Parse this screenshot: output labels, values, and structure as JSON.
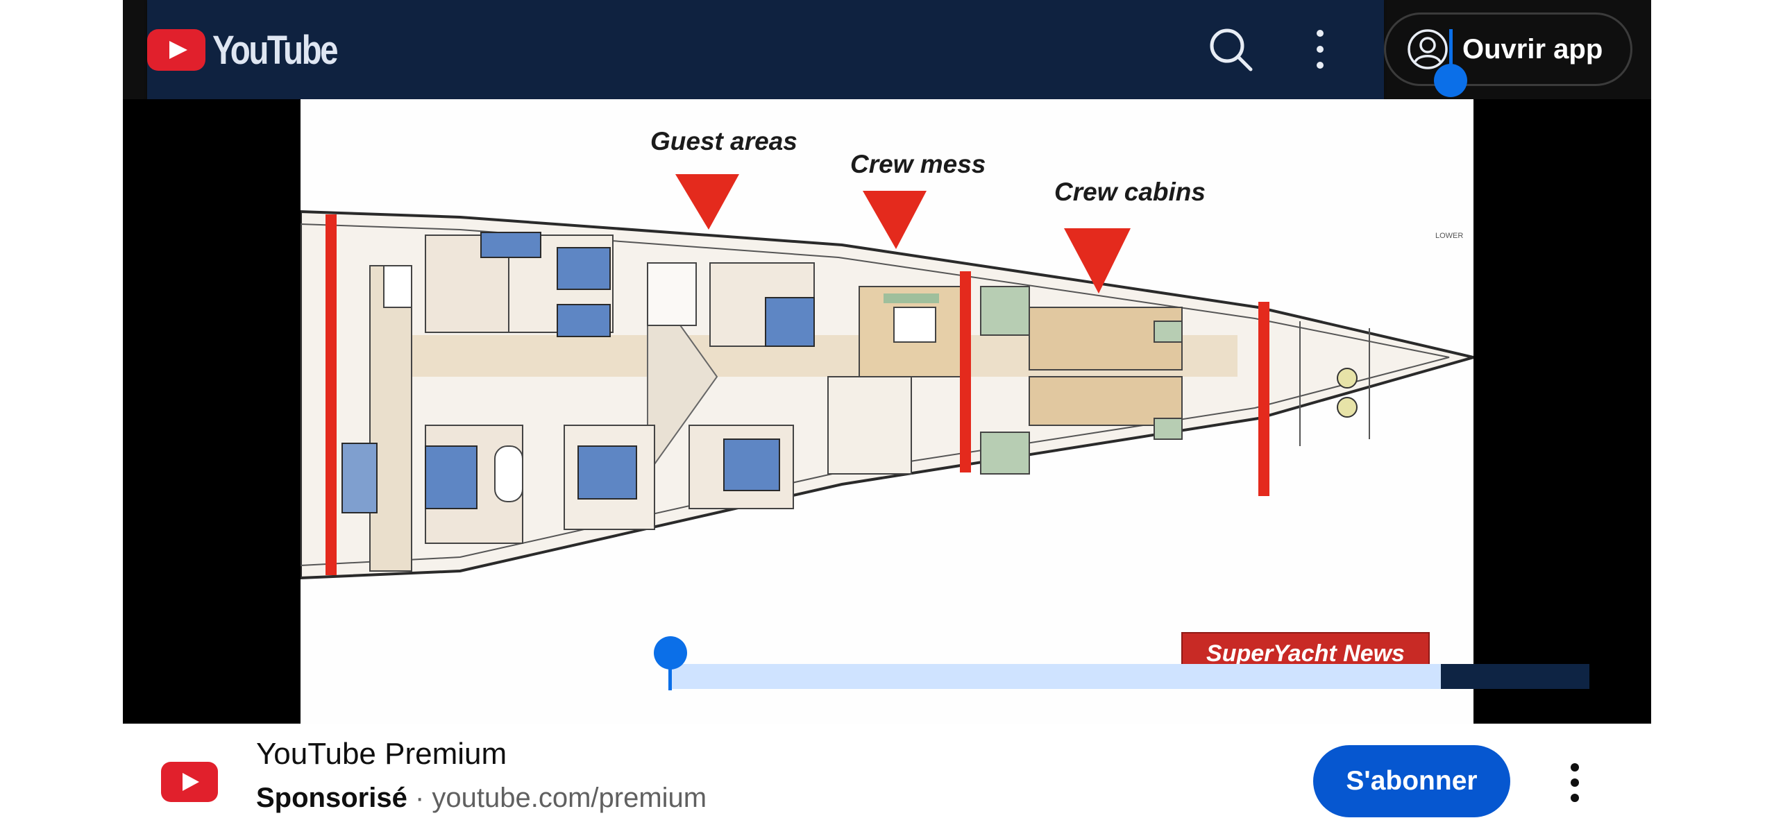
{
  "header": {
    "logo_text": "YouTube",
    "open_app_label": "Ouvrir app"
  },
  "video": {
    "callouts": [
      "Guest areas",
      "Crew mess",
      "Crew cabins"
    ],
    "watermark": "SuperYacht News"
  },
  "ad": {
    "title": "YouTube Premium",
    "sponsored_label": "Sponsorisé",
    "separator": " · ",
    "url": "youtube.com/premium",
    "subscribe_label": "S'abonner"
  },
  "colors": {
    "header_bg": "#0f2240",
    "youtube_red": "#e1202c",
    "subscribe_blue": "#0657d0",
    "handle_blue": "#0b6fe8",
    "marker_red": "#e42a1d"
  },
  "icons": [
    "youtube-logo-icon",
    "search-icon",
    "more-vert-icon",
    "account-icon",
    "ad-more-icon"
  ]
}
